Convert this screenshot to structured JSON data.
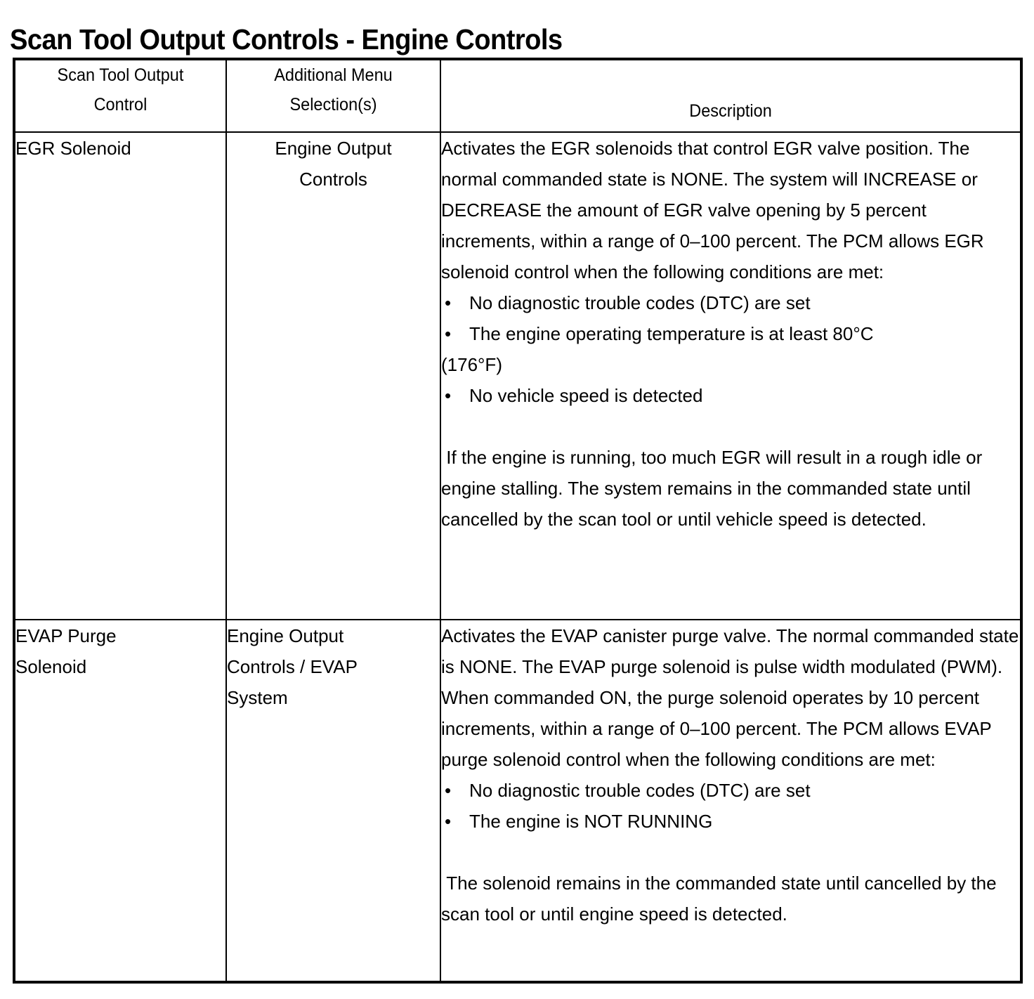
{
  "document": {
    "title": "Scan Tool Output Controls - Engine Controls"
  },
  "table": {
    "headers": {
      "col1_line1": "Scan Tool Output",
      "col1_line2": "Control",
      "col2_line1": "Additional Menu",
      "col2_line2": "Selection(s)",
      "col3": "Description"
    },
    "rows": [
      {
        "control": "EGR Solenoid",
        "menu_line1": "Engine Output",
        "menu_line2": "Controls",
        "menu_align": "center",
        "description": {
          "intro": "Activates the EGR solenoids that control EGR valve position. The normal commanded state is NONE. The system will INCREASE or DECREASE the amount of EGR valve opening by 5 percent increments, within a range of 0–100 percent. The PCM allows EGR solenoid control when the following conditions are met:",
          "bullets": [
            "No diagnostic trouble codes (DTC) are set",
            "The engine operating temperature is at least 80°C"
          ],
          "bullet_continuation": "(176°F)",
          "bullets_after": [
            "No vehicle speed is detected"
          ],
          "closing": "If the engine is running, too much EGR will result in a rough idle or engine stalling. The system remains in the commanded state until cancelled by the scan tool or until vehicle speed is detected."
        }
      },
      {
        "control_line1": "EVAP Purge",
        "control_line2": "Solenoid",
        "menu_line1": "Engine Output",
        "menu_line2": "Controls / EVAP",
        "menu_line3": "System",
        "menu_align": "left",
        "description": {
          "intro": "Activates the EVAP canister purge valve. The normal commanded state is NONE. The EVAP purge solenoid is pulse width modulated (PWM). When commanded ON, the purge solenoid operates by 10 percent increments, within a range of 0–100 percent. The PCM allows EVAP purge solenoid control when the following conditions are met:",
          "bullets": [
            "No diagnostic trouble codes (DTC) are set",
            "The engine is NOT RUNNING"
          ],
          "closing": "The solenoid remains in the commanded state until cancelled by the scan tool or until engine speed is detected."
        }
      }
    ],
    "bullet_glyph": "•"
  },
  "colors": {
    "border": "#000000",
    "text": "#000000",
    "background": "#ffffff"
  }
}
